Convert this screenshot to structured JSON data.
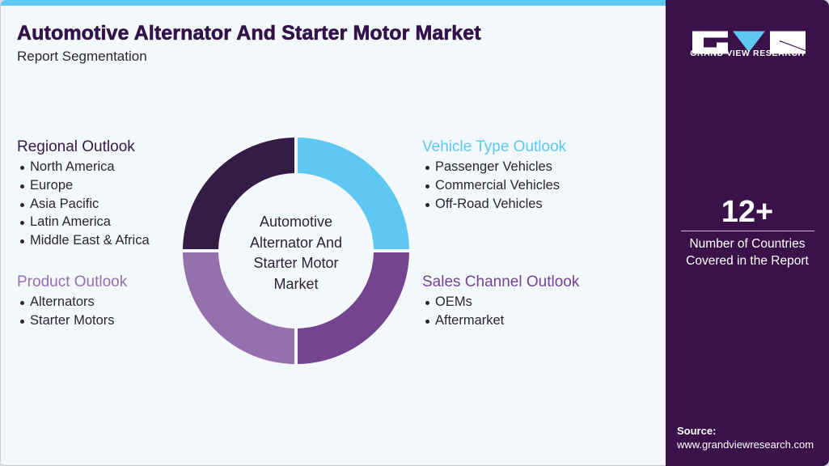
{
  "header": {
    "title": "Automotive Alternator And Starter Motor Market",
    "subtitle": "Report Segmentation"
  },
  "colors": {
    "accent_cyan": "#5ec8f2",
    "dark_purple": "#341c47",
    "mid_purple": "#744490",
    "light_purple": "#9570ad",
    "panel_bg": "#3a1149",
    "page_bg": "#f3f8fb"
  },
  "segments": {
    "regional": {
      "title": "Regional Outlook",
      "color": "#341c47",
      "items": [
        "North America",
        "Europe",
        "Asia Pacific",
        "Latin America",
        "Middle East & Africa"
      ]
    },
    "product": {
      "title": "Product Outlook",
      "color": "#9570ad",
      "items": [
        "Alternators",
        "Starter Motors"
      ]
    },
    "vehicle_type": {
      "title": "Vehicle Type Outlook",
      "color": "#5ec8f2",
      "items": [
        "Passenger Vehicles",
        "Commercial Vehicles",
        "Off-Road Vehicles"
      ]
    },
    "sales_channel": {
      "title": "Sales Channel Outlook",
      "color": "#744490",
      "items": [
        "OEMs",
        "Aftermarket"
      ]
    }
  },
  "donut": {
    "center_label": "Automotive Alternator And Starter Motor Market",
    "center_lines": [
      "Automotive",
      "Alternator And",
      "Starter Motor",
      "Market"
    ]
  },
  "sidebar": {
    "brand": "GRAND VIEW RESEARCH",
    "stat_value": "12+",
    "stat_label_line1": "Number of Countries",
    "stat_label_line2": "Covered in the Report",
    "source_label": "Source:",
    "source_url": "www.grandviewresearch.com"
  }
}
